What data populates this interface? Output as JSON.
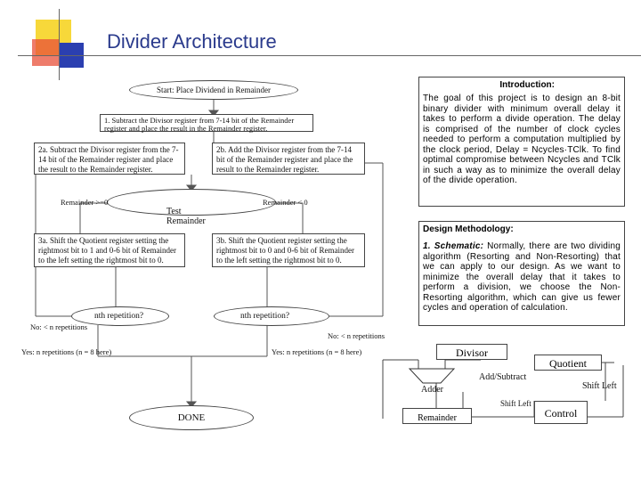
{
  "title": "Divider Architecture",
  "flowchart": {
    "start": "Start: Place Dividend in Remainder",
    "step1": "1. Subtract the Divisor register from 7-14 bit of the Remainder register and place the result in the Remainder register.",
    "step2a": "2a. Subtract the Divisor register from the 7-14 bit of the Remainder register and place the result to the Remainder register.",
    "step2b": "2b. Add the Divisor register from the 7-14 bit of the Remainder register and place the result to the Remainder register.",
    "test": "Test Remainder",
    "rem_ge0": "Remainder >=0",
    "rem_lt0": "Remainder < 0",
    "step3a": "3a. Shift the Quotient register setting the rightmost bit to 1 and 0-6 bit of Remainder to the left setting the rightmost bit to 0.",
    "step3b": "3b. Shift the Quotient register setting the rightmost bit to 0 and 0-6 bit of Remainder to the left setting the rightmost bit to 0.",
    "nth_a": "nth repetition?",
    "nth_b": "nth repetition?",
    "no_a": "No: < n repetitions",
    "no_b": "No: < n repetitions",
    "yes_a": "Yes: n repetitions (n = 8 here)",
    "yes_b": "Yes: n repetitions (n = 8 here)",
    "done": "DONE"
  },
  "introduction": {
    "heading": "Introduction:",
    "body": "The goal of this project is to design an 8-bit binary divider with minimum overall delay it takes to perform a divide operation. The delay is comprised of the number of clock cycles needed to perform a computation multiplied by the clock period, Delay = Ncycles·TClk. To find optimal compromise between Ncycles and TClk in such a way as to minimize the overall delay of the divide operation."
  },
  "methodology": {
    "heading": "Design Methodology:",
    "lead": "1. Schematic:",
    "body": " Normally, there are two dividing algorithm (Resorting and Non-Resorting) that we can apply to our design. As we want to minimize the overall delay that it takes to perform a division, we choose the Non-Resorting algorithm, which can give us fewer cycles and operation of calculation."
  },
  "schematic": {
    "divisor": "Divisor",
    "quotient": "Quotient",
    "add_subtract": "Add/Subtract",
    "adder": "Adder",
    "shift_left_1": "Shift Left",
    "shift_left_2": "Shift Left",
    "control": "Control",
    "remainder": "Remainder"
  },
  "colors": {
    "title": "#2a3a8c",
    "deco_yellow": "#f7d83a",
    "deco_red": "#e8503a",
    "deco_blue": "#2b3fb0"
  }
}
